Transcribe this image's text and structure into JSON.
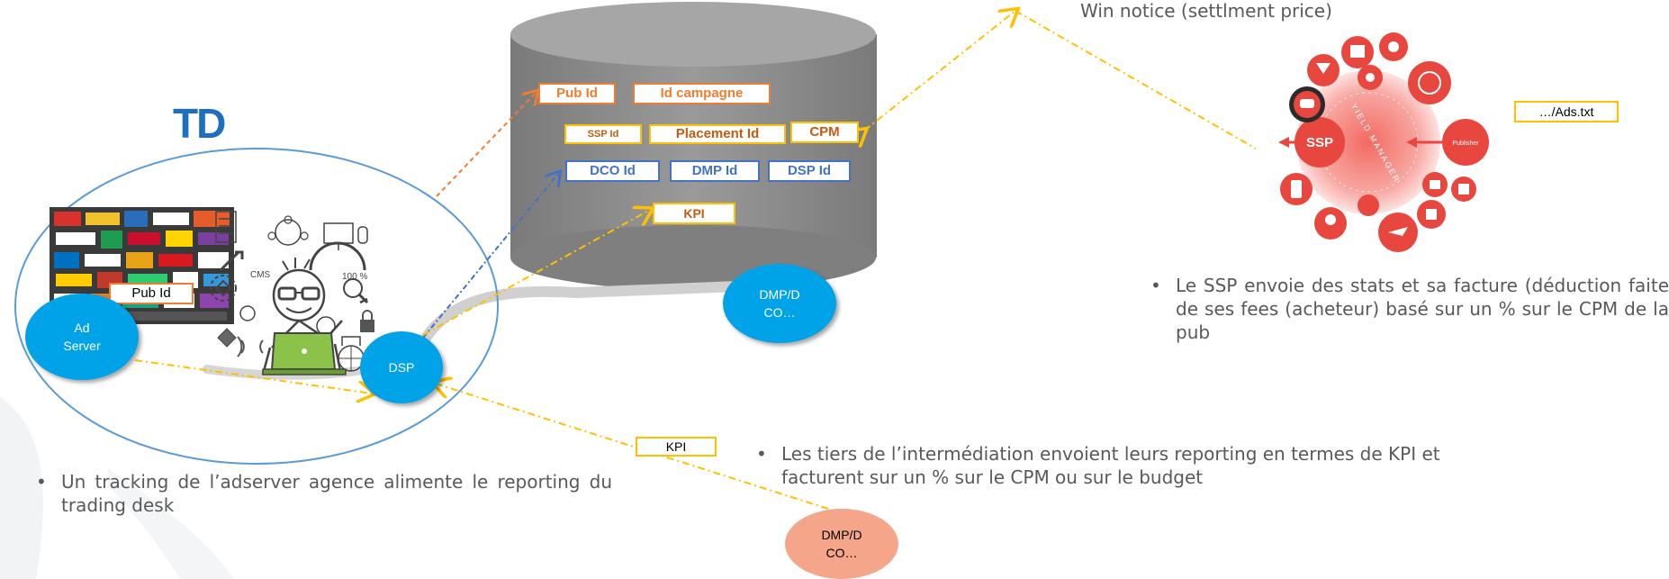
{
  "td_label": "TD",
  "database": {
    "tags": {
      "pub_id": "Pub Id",
      "id_campagne": "Id campagne",
      "ssp_id": "SSP Id",
      "placement_id": "Placement Id",
      "cpm": "CPM",
      "dco_id": "DCO Id",
      "dmp_id": "DMP Id",
      "dsp_id": "DSP Id",
      "kpi": "KPI"
    }
  },
  "left": {
    "pub_id_tag": "Pub Id",
    "ad_server_label": "Ad\nServer",
    "dsp_label": "DSP",
    "bullet": "Un tracking de l’adserver agence alimente le reporting du trading desk"
  },
  "middle": {
    "dmp_top_label": "DMP/D\nCO…",
    "dmp_bottom_label": "DMP/D\nCO…",
    "kpi_tag": "KPI",
    "bullet": "Les tiers de l’intermédiation envoient leurs reporting en termes de KPI et facturent sur un % sur le CPM ou sur le budget"
  },
  "right": {
    "win_notice": "Win notice (settlment price)",
    "ads_txt": "…/Ads.txt",
    "ssp_label": "SSP",
    "publisher_label": "Publisher",
    "yield_manager": "YIELD MANAGER",
    "bullet": "Le SSP envoie des stats et sa facture (déduction faite de ses fees (acheteur) basé sur un % sur le CPM de la pub"
  },
  "colors": {
    "orange": "#ed7d31",
    "gold": "#ffc000",
    "blue": "#4472c4",
    "circle_blue": "#00a3e8",
    "salmon": "#f4a58a",
    "ssp_red": "#e8473f",
    "td_blue": "#1f6fbf"
  }
}
